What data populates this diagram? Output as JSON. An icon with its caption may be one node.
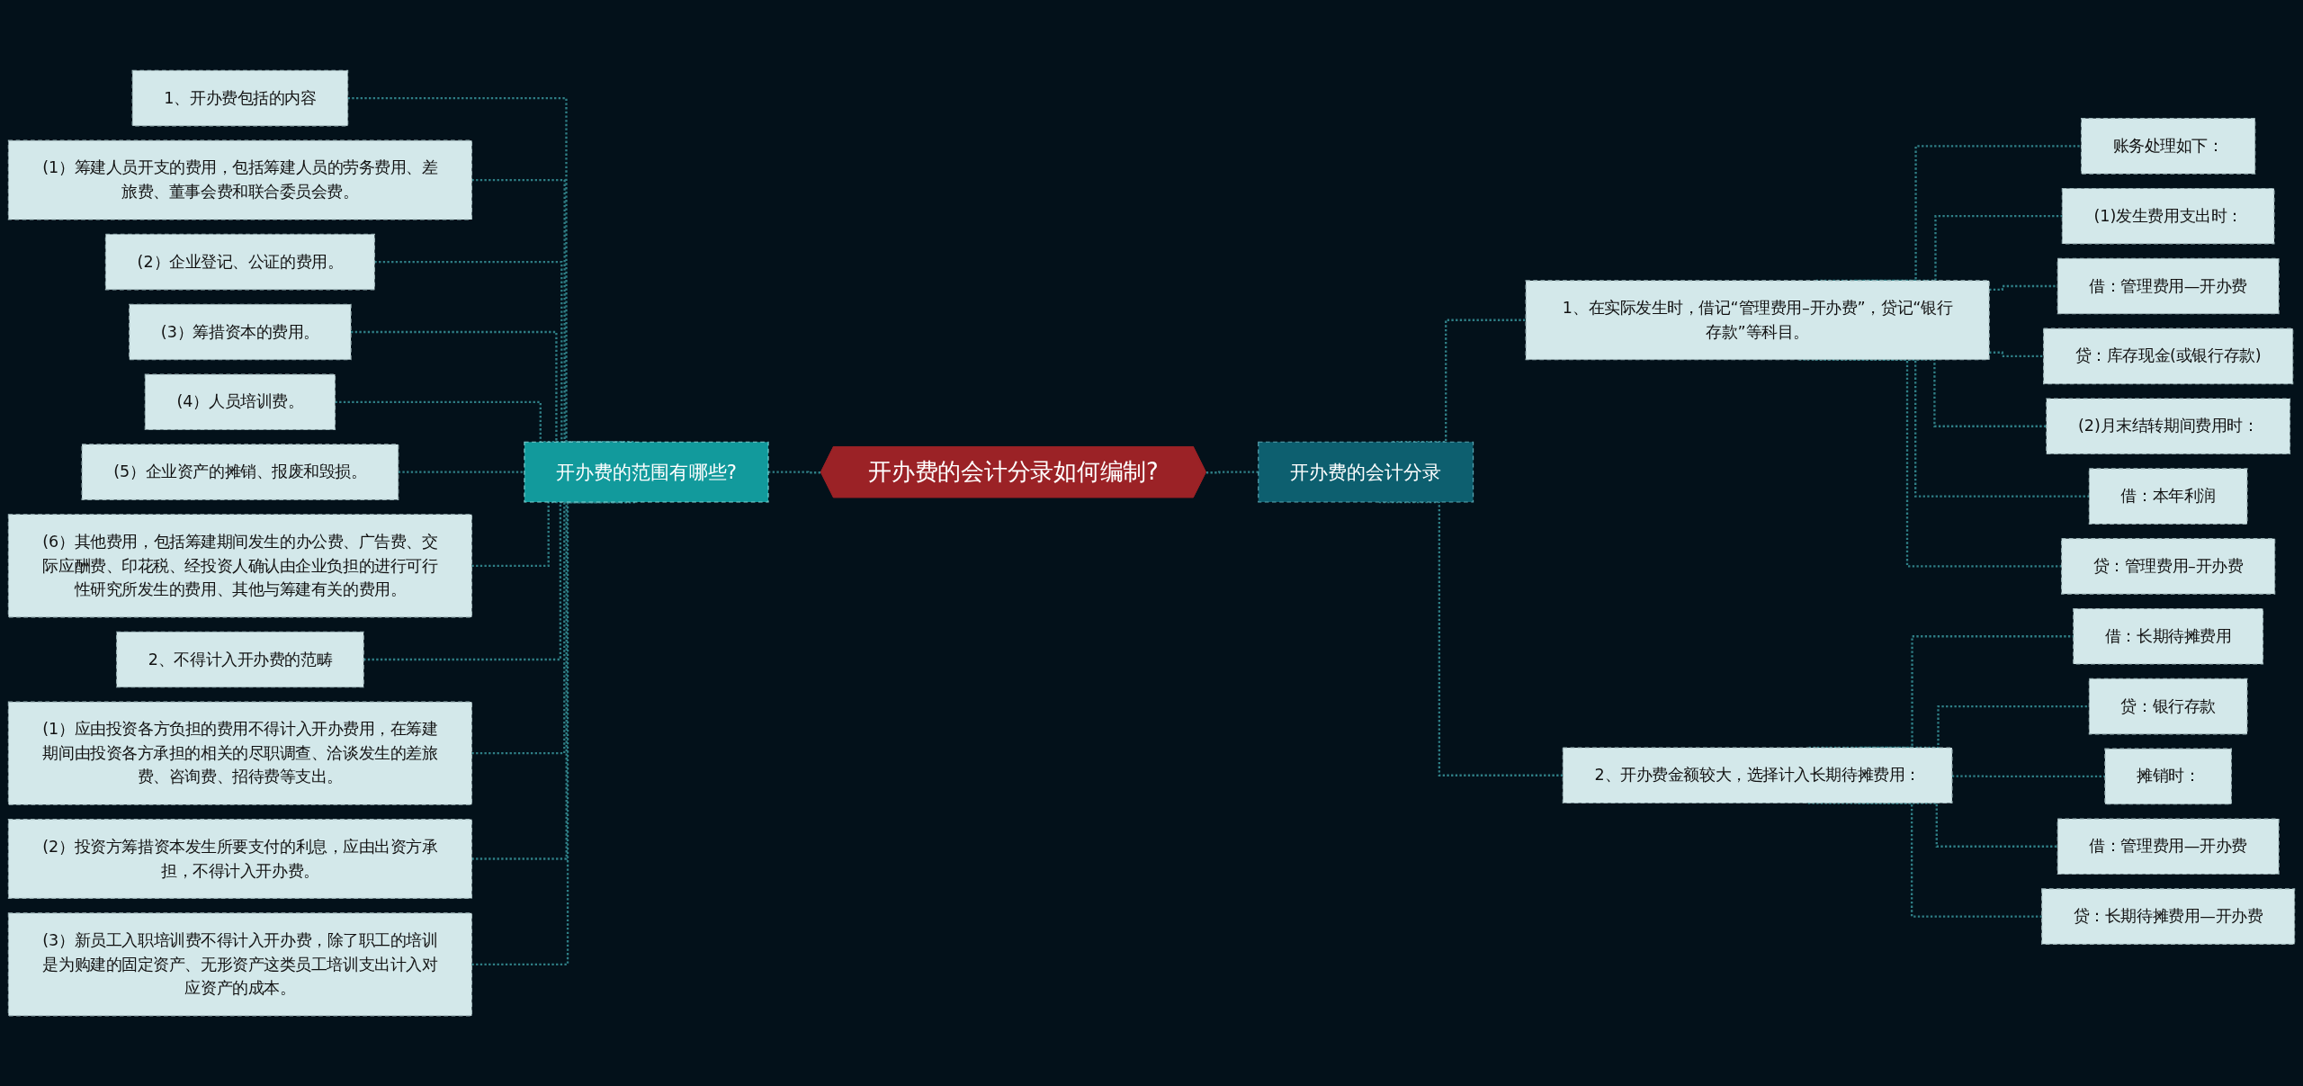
{
  "diagram": {
    "nodes": [
      {
        "text": [
          "开办费的会计分录如何编制?"
        ]
      },
      {
        "text": [
          "开办费的范围有哪些?"
        ]
      },
      {
        "text": [
          "1、开办费包括的内容"
        ]
      },
      {
        "text": [
          "(1）筹建人员开支的费用，包括筹建人员的劳务费用、差旅费、董事会费和联合委员会费。"
        ]
      },
      {
        "text": [
          "(2）企业登记、公证的费用。"
        ]
      },
      {
        "text": [
          "(3）筹措资本的费用。"
        ]
      },
      {
        "text": [
          "(4）人员培训费。"
        ]
      },
      {
        "text": [
          "(5）企业资产的摊销、报废和毁损。"
        ]
      },
      {
        "text": [
          "(6）其他费用，包括筹建期间发生的办公费、广告费、交际应酬费、印花税、经投资人确认由企业负担的进行可行性研究所发生的费用、其他与筹建有关的费用。"
        ]
      },
      {
        "text": [
          "2、不得计入开办费的范畴"
        ]
      },
      {
        "text": [
          "(1）应由投资各方负担的费用不得计入开办费用，在筹建期间由投资各方承担的相关的尽职调查、洽谈发生的差旅费、咨询费、招待费等支出。"
        ]
      },
      {
        "text": [
          "(2）投资方筹措资本发生所要支付的利息，应由出资方承担，不得计入开办费。"
        ]
      },
      {
        "text": [
          "(3）新员工入职培训费不得计入开办费，除了职工的培训是为购建的固定资产、无形资产这类员工培训支出计入对应资产的成本。"
        ]
      },
      {
        "text": [
          "开办费的会计分录"
        ]
      },
      {
        "text": [
          "1、在实际发生时，借记“管理费用–开办费”，贷记“银行存款”等科目。"
        ]
      },
      {
        "text": [
          "账务处理如下："
        ]
      },
      {
        "text": [
          "(1)发生费用支出时："
        ]
      },
      {
        "text": [
          "借：管理费用—开办费"
        ]
      },
      {
        "text": [
          "贷：库存现金(或银行存款)"
        ]
      },
      {
        "text": [
          "(2)月末结转期间费用时："
        ]
      },
      {
        "text": [
          "借：本年利润"
        ]
      },
      {
        "text": [
          "贷：管理费用–开办费"
        ]
      },
      {
        "text": [
          "2、开办费金额较大，选择计入长期待摊费用："
        ]
      },
      {
        "text": [
          "借：长期待摊费用"
        ]
      },
      {
        "text": [
          "贷：银行存款"
        ]
      },
      {
        "text": [
          "摊销时："
        ]
      },
      {
        "text": [
          "借：管理费用—开办费"
        ]
      },
      {
        "text": [
          "贷：长期待摊费用—开办费"
        ]
      }
    ],
    "edges": [
      {
        "from": 0,
        "to": 1,
        "arrow": "none",
        "style": "dashed"
      },
      {
        "from": 1,
        "to": 2,
        "arrow": "none",
        "style": "dashed"
      },
      {
        "from": 1,
        "to": 3,
        "arrow": "none",
        "style": "dashed"
      },
      {
        "from": 1,
        "to": 4,
        "arrow": "none",
        "style": "dashed"
      },
      {
        "from": 1,
        "to": 5,
        "arrow": "none",
        "style": "dashed"
      },
      {
        "from": 1,
        "to": 6,
        "arrow": "none",
        "style": "dashed"
      },
      {
        "from": 1,
        "to": 7,
        "arrow": "none",
        "style": "dashed"
      },
      {
        "from": 1,
        "to": 8,
        "arrow": "none",
        "style": "dashed"
      },
      {
        "from": 1,
        "to": 9,
        "arrow": "none",
        "style": "dashed"
      },
      {
        "from": 1,
        "to": 10,
        "arrow": "none",
        "style": "dashed"
      },
      {
        "from": 1,
        "to": 11,
        "arrow": "none",
        "style": "dashed"
      },
      {
        "from": 1,
        "to": 12,
        "arrow": "none",
        "style": "dashed"
      },
      {
        "from": 0,
        "to": 13,
        "arrow": "none",
        "style": "dashed"
      },
      {
        "from": 13,
        "to": 14,
        "arrow": "none",
        "style": "dashed"
      },
      {
        "from": 14,
        "to": 15,
        "arrow": "none",
        "style": "dashed"
      },
      {
        "from": 14,
        "to": 16,
        "arrow": "none",
        "style": "dashed"
      },
      {
        "from": 14,
        "to": 17,
        "arrow": "none",
        "style": "dashed"
      },
      {
        "from": 14,
        "to": 18,
        "arrow": "none",
        "style": "dashed"
      },
      {
        "from": 14,
        "to": 19,
        "arrow": "none",
        "style": "dashed"
      },
      {
        "from": 14,
        "to": 20,
        "arrow": "none",
        "style": "dashed"
      },
      {
        "from": 14,
        "to": 21,
        "arrow": "none",
        "style": "dashed"
      },
      {
        "from": 13,
        "to": 22,
        "arrow": "none",
        "style": "dashed"
      },
      {
        "from": 22,
        "to": 23,
        "arrow": "none",
        "style": "dashed"
      },
      {
        "from": 22,
        "to": 24,
        "arrow": "none",
        "style": "dashed"
      },
      {
        "from": 22,
        "to": 25,
        "arrow": "none",
        "style": "dashed"
      },
      {
        "from": 22,
        "to": 26,
        "arrow": "none",
        "style": "dashed"
      },
      {
        "from": 22,
        "to": 27,
        "arrow": "none",
        "style": "dashed"
      }
    ]
  }
}
